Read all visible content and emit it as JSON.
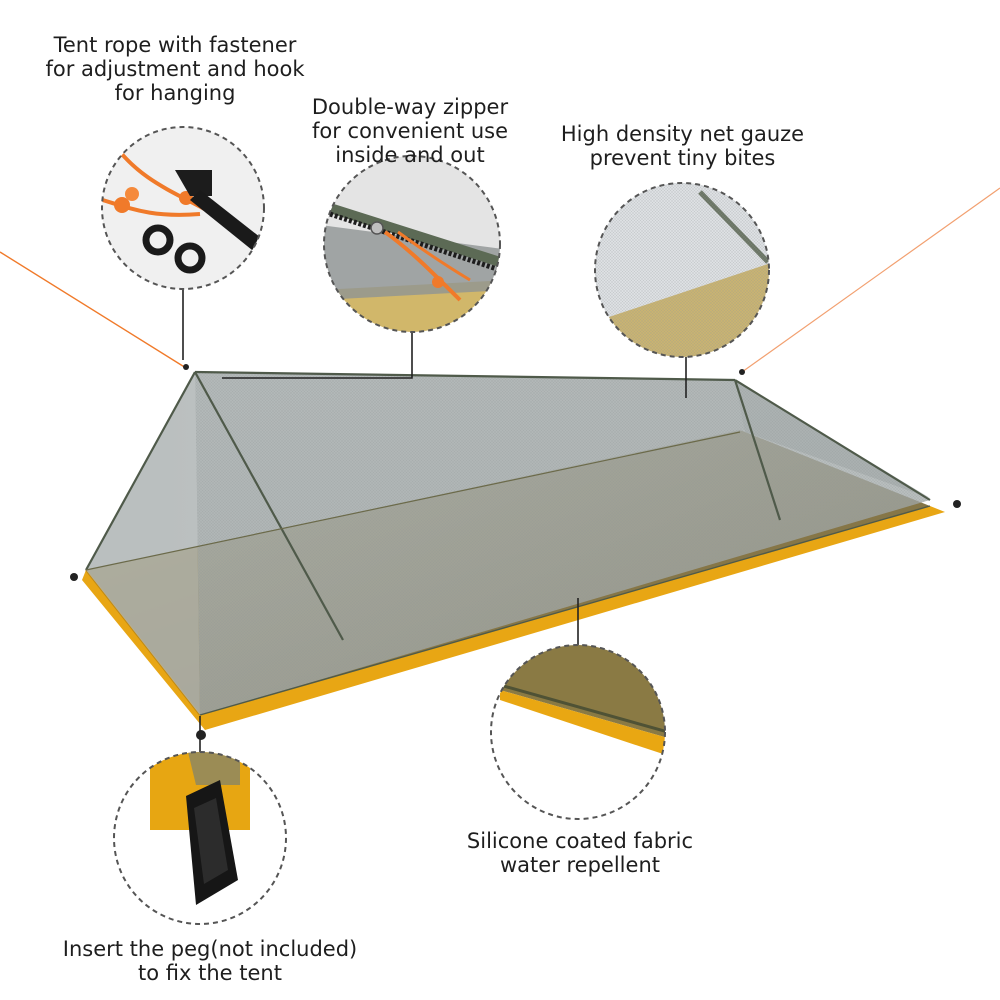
{
  "callouts": {
    "rope": {
      "lines": [
        "Tent rope with fastener",
        "for adjustment and hook",
        "for hanging"
      ],
      "icon": "rope-hook-icon"
    },
    "zipper": {
      "lines": [
        "Double-way zipper",
        "for convenient use",
        "inside and out"
      ],
      "icon": "zipper-icon"
    },
    "net": {
      "lines": [
        "High density net gauze",
        "prevent tiny bites"
      ],
      "icon": "mesh-icon"
    },
    "fabric": {
      "lines": [
        "Silicone coated fabric",
        "water repellent"
      ],
      "icon": "fabric-icon"
    },
    "peg": {
      "lines": [
        "Insert the peg(not included)",
        "to fix the tent"
      ],
      "icon": "peg-loop-icon"
    }
  },
  "colors": {
    "mesh": "#9aa2a2",
    "floor": "#8a7a42",
    "fabric_edge": "#e8a614",
    "rope": "#f07a2a",
    "leader_line": "#222222",
    "circle_border": "#555555",
    "text": "#1e1e1e"
  }
}
